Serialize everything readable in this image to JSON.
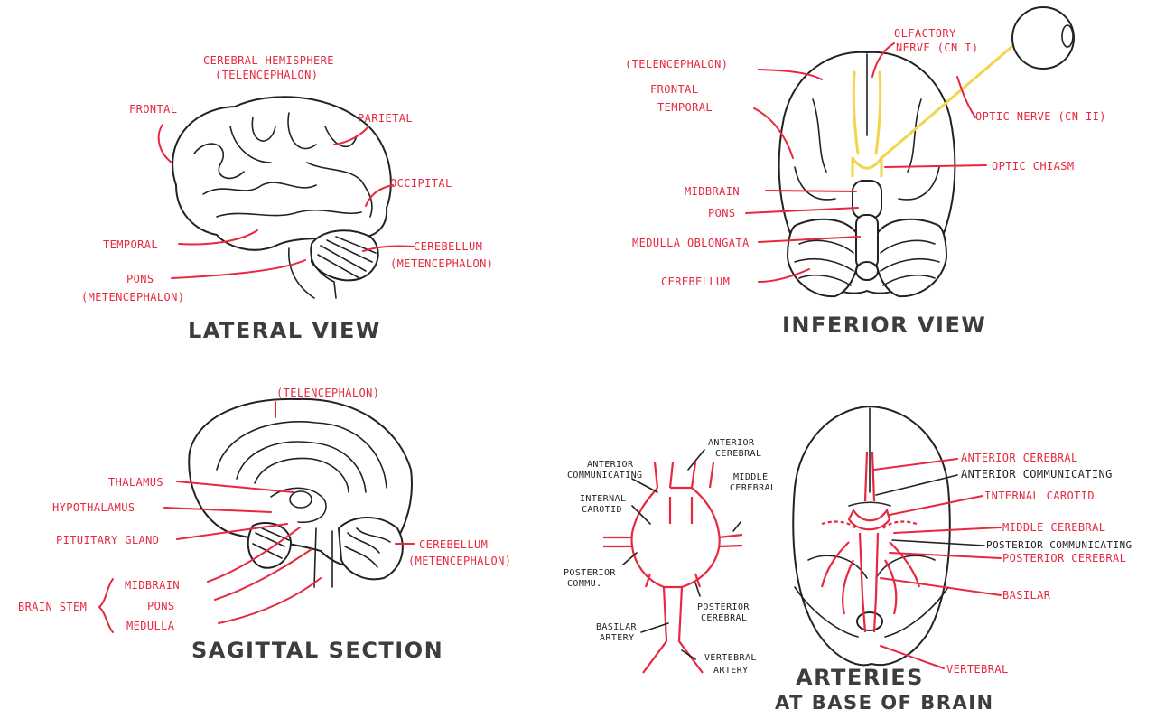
{
  "lateral": {
    "title": "LATERAL VIEW",
    "labels": {
      "hemisphere": "CEREBRAL HEMISPHERE",
      "telencephalon": "(TELENCEPHALON)",
      "frontal": "FRONTAL",
      "parietal": "PARIETAL",
      "occipital": "OCCIPITAL",
      "temporal": "TEMPORAL",
      "cerebellum": "CEREBELLUM",
      "metencephalon_cb": "(METENCEPHALON)",
      "pons": "PONS",
      "metencephalon_pons": "(METENCEPHALON)"
    }
  },
  "inferior": {
    "title": "INFERIOR VIEW",
    "labels": {
      "olfactory": "OLFACTORY",
      "olfactory2": "NERVE (CN I)",
      "telencephalon": "(TELENCEPHALON)",
      "frontal": "FRONTAL",
      "temporal": "TEMPORAL",
      "optic_nerve": "OPTIC NERVE (CN II)",
      "optic_chiasm": "OPTIC CHIASM",
      "midbrain": "MIDBRAIN",
      "pons": "PONS",
      "medulla": "MEDULLA OBLONGATA",
      "cerebellum": "CEREBELLUM"
    }
  },
  "sagittal": {
    "title": "SAGITTAL SECTION",
    "labels": {
      "telencephalon": "(TELENCEPHALON)",
      "thalamus": "THALAMUS",
      "hypothalamus": "HYPOTHALAMUS",
      "pituitary": "PITUITARY GLAND",
      "cerebellum": "CEREBELLUM",
      "metencephalon": "(METENCEPHALON)",
      "brain_stem": "BRAIN STEM",
      "midbrain": "MIDBRAIN",
      "pons": "PONS",
      "medulla": "MEDULLA"
    }
  },
  "arteries": {
    "title_line1": "ARTERIES",
    "title_line2": "AT BASE OF BRAIN",
    "circle_labels": {
      "anterior_communicating_1": "ANTERIOR",
      "anterior_communicating_2": "COMMUNICATING",
      "anterior_cerebral_1": "ANTERIOR",
      "anterior_cerebral_2": "CEREBRAL",
      "middle_cerebral_1": "MIDDLE",
      "middle_cerebral_2": "CEREBRAL",
      "internal_carotid_1": "INTERNAL",
      "internal_carotid_2": "CAROTID",
      "posterior_comm_1": "POSTERIOR",
      "posterior_comm_2": "COMMU.",
      "posterior_cerebral_1": "POSTERIOR",
      "posterior_cerebral_2": "CEREBRAL",
      "basilar_1": "BASILAR",
      "basilar_2": "ARTERY",
      "vertebral_1": "VERTEBRAL",
      "vertebral_2": "ARTERY"
    },
    "brain_labels": {
      "anterior_cerebral": "ANTERIOR CEREBRAL",
      "anterior_communicating": "ANTERIOR COMMUNICATING",
      "internal_carotid": "INTERNAL CAROTID",
      "middle_cerebral": "MIDDLE CEREBRAL",
      "posterior_communicating": "POSTERIOR COMMUNICATING",
      "posterior_cerebral": "POSTERIOR CEREBRAL",
      "basilar": "BASILAR",
      "vertebral": "VERTEBRAL"
    }
  },
  "colors": {
    "label_red": "#e8283f",
    "nerve_yellow": "#f2d54a",
    "outline": "#222222",
    "title_grey": "#3d3d3d"
  }
}
